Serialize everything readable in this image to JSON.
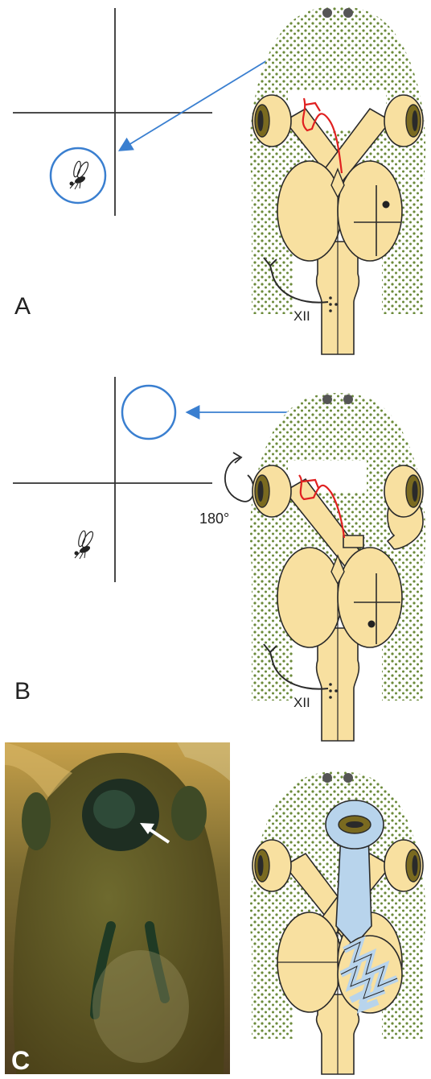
{
  "panels": {
    "a": {
      "label": "A",
      "nerve_label": "XII"
    },
    "b": {
      "label": "B",
      "nerve_label": "XII",
      "rotation_label": "180°"
    },
    "c": {
      "label": "C"
    }
  },
  "colors": {
    "brain": "#f8e0a0",
    "skin_dots": "#6b8a3a",
    "arrow": "#3a7fd0",
    "regenerated_fibers": "#e02020",
    "transplant": "#b8d4ec",
    "outline": "#2a2a2a"
  },
  "icons": [
    "fly-icon",
    "target-circle-icon",
    "rotation-arrow-icon",
    "white-arrow-icon"
  ]
}
